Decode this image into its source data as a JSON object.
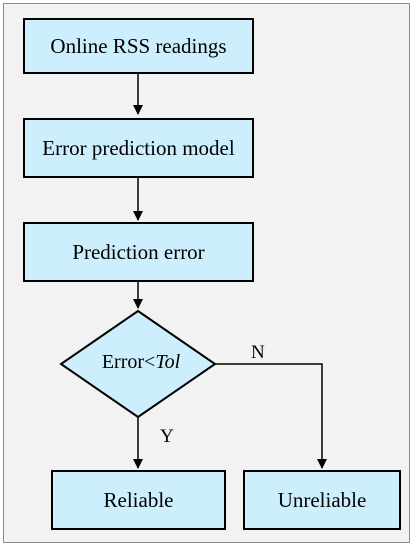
{
  "flowchart": {
    "nodes": {
      "input": "Online RSS readings",
      "model": "Error prediction model",
      "error": "Prediction error",
      "decision_prefix": "Error<",
      "decision_var": "Tol",
      "reliable": "Reliable",
      "unreliable": "Unreliable"
    },
    "edge_labels": {
      "yes": "Y",
      "no": "N"
    },
    "colors": {
      "node_fill": "#cdeefc",
      "stroke": "#000000",
      "background": "#f2f2f2"
    }
  }
}
